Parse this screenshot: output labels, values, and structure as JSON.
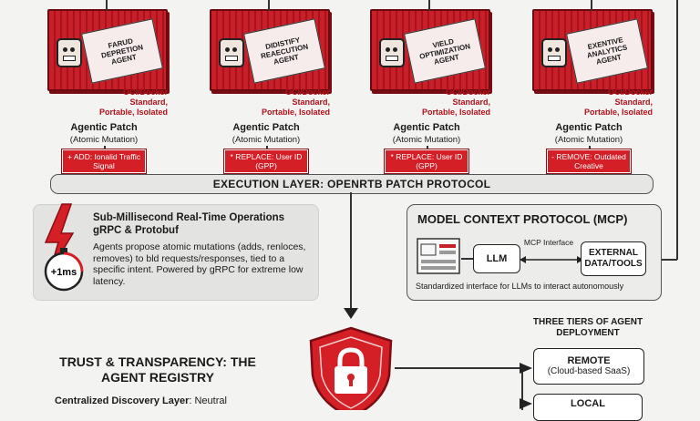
{
  "agents": [
    {
      "name": "Farud Depretion Agent",
      "oci": [
        "OCI/Docker",
        "Standard,",
        "Portable, Isolated"
      ],
      "patch_title": "Agentic Patch",
      "patch_sub": "(Atomic Mutation)",
      "tag": "+ ADD: Ionalid Traffic Signal"
    },
    {
      "name": "Didistify Reaecution Agent",
      "oci": [
        "OCI/Docker",
        "Standard,",
        "Portable, Isolated"
      ],
      "patch_title": "Agentic Patch",
      "patch_sub": "(Atomic Mutation)",
      "tag": "* REPLACE: User ID (GPP)"
    },
    {
      "name": "Vield Optimization Agent",
      "oci": [
        "OCI/Docker",
        "Standard,",
        "Portable, Isolated"
      ],
      "patch_title": "Agentic Patch",
      "patch_sub": "(Atomic Mutation)",
      "tag": "* REPLACE: User ID (GPP)"
    },
    {
      "name": "Exentive Analytics Agent",
      "oci": [
        "OCI/Docker",
        "Standard,",
        "Portable, Isolated"
      ],
      "patch_title": "Agentic Patch",
      "patch_sub": "(Atomic Mutation)",
      "tag": "- REMOVE: Outdated Creative"
    }
  ],
  "execution_layer": "EXECUTION LAYER: OPENRTB PATCH PROTOCOL",
  "ops": {
    "title": "Sub-Millisecond Real-Time Operations gRPC & Protobuf",
    "body": "Agents propose atomic mutations (adds, renloces, removes) to bld requests/responses, tied to a specific intent. Powered by gRPC for extreme low latency.",
    "timer": "+1ms"
  },
  "mcp": {
    "title": "MODEL CONTEXT PROTOCOL (MCP)",
    "llm": "LLM",
    "interface": "MCP Interface",
    "external": "EXTERNAL DATA/TOOLS",
    "footer": "Standardized interface for LLMs to interact autonomously"
  },
  "tiers": {
    "title": "THREE TIERS OF AGENT DEPLOYMENT",
    "remote_label": "REMOTE",
    "remote_sub": "(Cloud-based SaaS)",
    "local_label": "LOCAL"
  },
  "trust": {
    "title": "TRUST & TRANSPARENCY: THE AGENT REGISTRY",
    "body_bold": "Centralized Discovery Layer",
    "body_rest": ": Neutral"
  },
  "colors": {
    "accent": "#d51f27",
    "dark_red": "#8a0e14",
    "panel": "#e3e3e1"
  },
  "icons": [
    "robot-icon",
    "lightning-icon",
    "timer-icon",
    "server-icon",
    "shield-icon",
    "lock-icon"
  ]
}
